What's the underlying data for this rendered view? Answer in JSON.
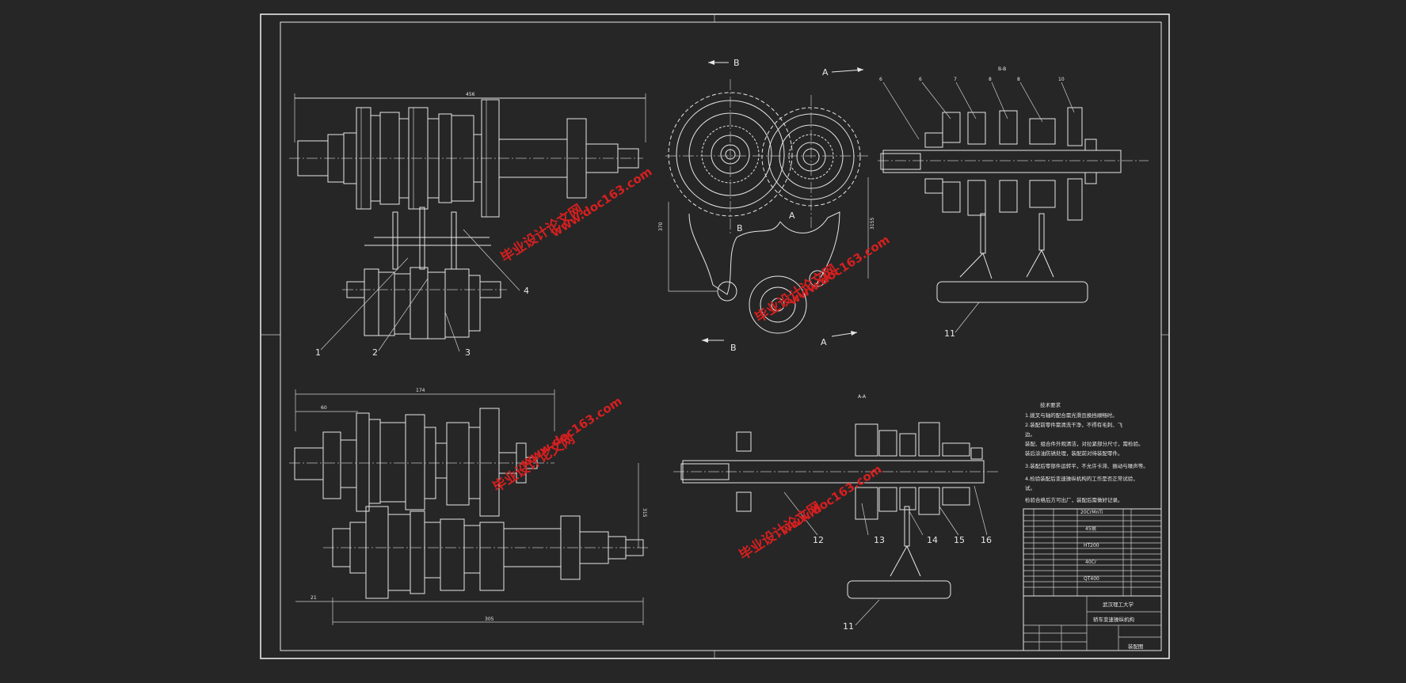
{
  "drawing": {
    "section_marks": {
      "b": "B",
      "a": "A",
      "aa_title": "A-A",
      "bb_title": "B-B"
    },
    "balloons": [
      "1",
      "2",
      "3",
      "4",
      "6",
      "6",
      "7",
      "8",
      "8",
      "10",
      "11",
      "11",
      "12",
      "13",
      "14",
      "15",
      "16"
    ],
    "dimensions": [
      "456",
      "174",
      "60",
      "21",
      "305",
      "370",
      "3155",
      "315"
    ],
    "technical_requirements": {
      "title": "技术要求",
      "lines": [
        "1.拨叉与轴的配合需光滑且换挡顺畅时。",
        "2.装配前零件需清洗干净，不得有毛刺、飞",
        "边。",
        "装配、组合件外观清洁，对拉紧部分尺寸，需检验。",
        "装后涂油防锈处理，装配前对待装配零件。",
        "3.装配后零部件运转平，不允许卡滞、振动与噪声等。",
        "4.检验装配后变速操纵机构的工作是否正常试验，",
        "试。",
        "检验合格后方可出厂，装配后需做好记录。"
      ]
    },
    "title_block": {
      "school": "武汉理工大学",
      "drawing_name": "轿车变速操纵机构",
      "drawing_type": "装配图",
      "material_samples": [
        "20CrMnTi",
        "45钢",
        "HT200",
        "40Cr",
        "QT400"
      ]
    },
    "watermarks": [
      "毕业设计论文网",
      "www.doc163.com"
    ]
  }
}
